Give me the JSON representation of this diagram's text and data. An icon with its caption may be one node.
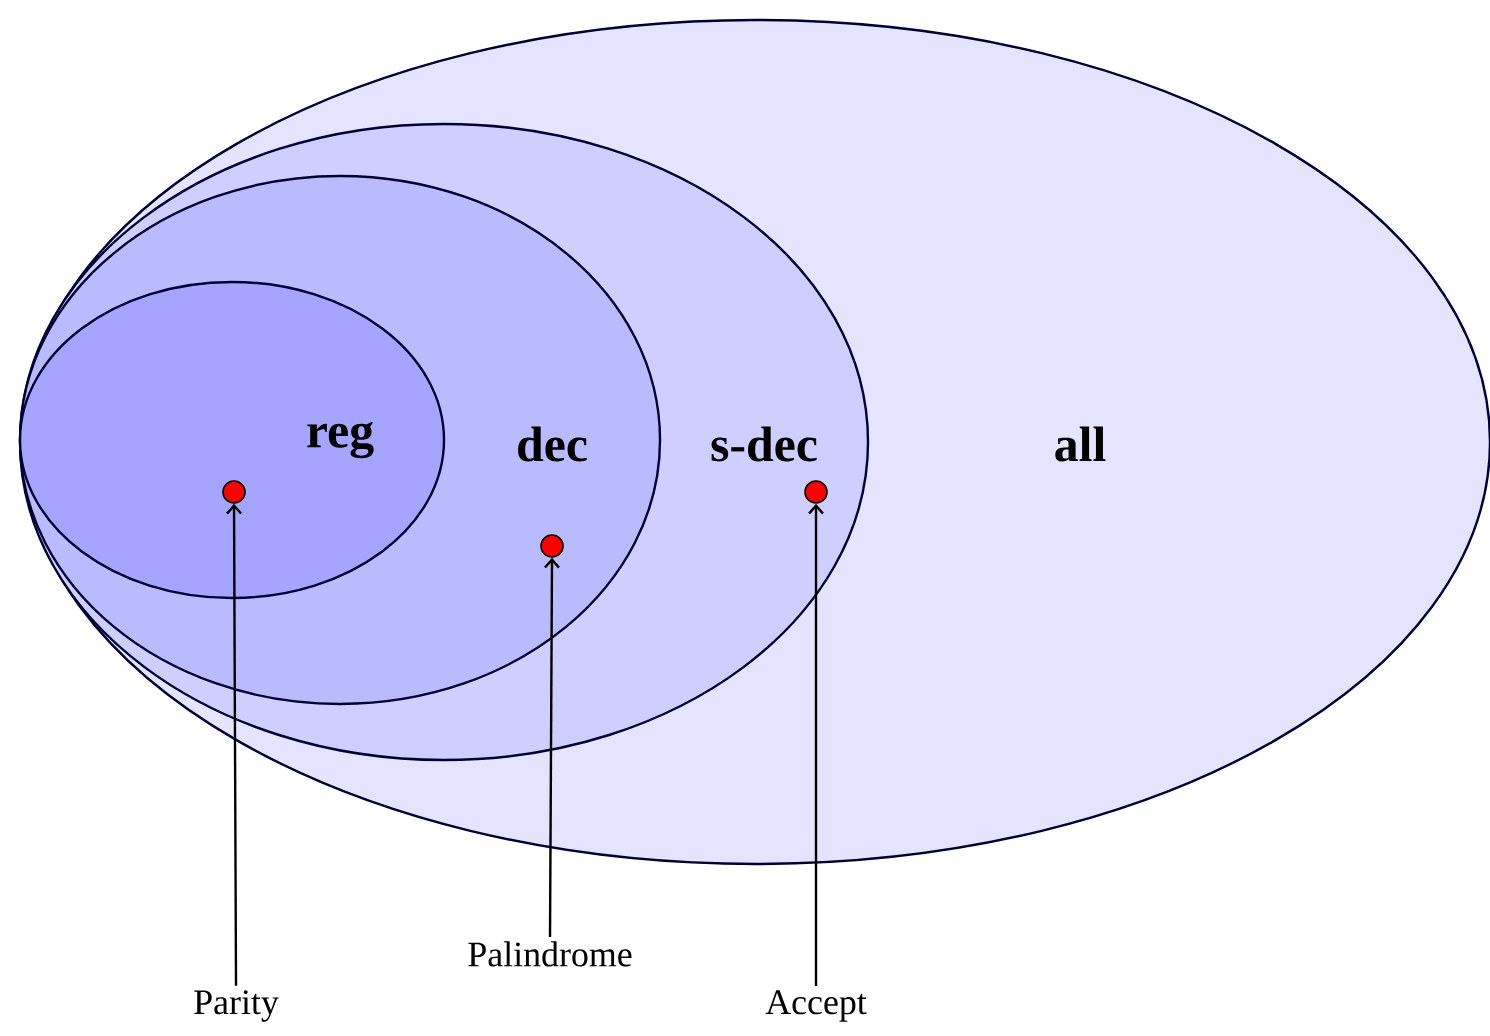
{
  "diagram": {
    "nodes": [
      {
        "text": [
          "all"
        ]
      },
      {
        "text": [
          "s-dec"
        ],
        "in": 0
      },
      {
        "text": [
          "dec"
        ],
        "in": 1
      },
      {
        "text": [
          "reg"
        ],
        "in": 2
      },
      {
        "text": [],
        "shape": "circle",
        "in": 3
      },
      {
        "text": [],
        "shape": "circle",
        "in": 2
      },
      {
        "text": [],
        "shape": "circle",
        "in": 1
      },
      {
        "text": [
          "Parity"
        ]
      },
      {
        "text": [
          "Palindrome"
        ]
      },
      {
        "text": [
          "Accept"
        ]
      }
    ],
    "edges": [
      {
        "from": 7,
        "to": 4,
        "arrow": "to"
      },
      {
        "from": 8,
        "to": 5,
        "arrow": "to"
      },
      {
        "from": 9,
        "to": 6,
        "arrow": "to"
      }
    ]
  }
}
